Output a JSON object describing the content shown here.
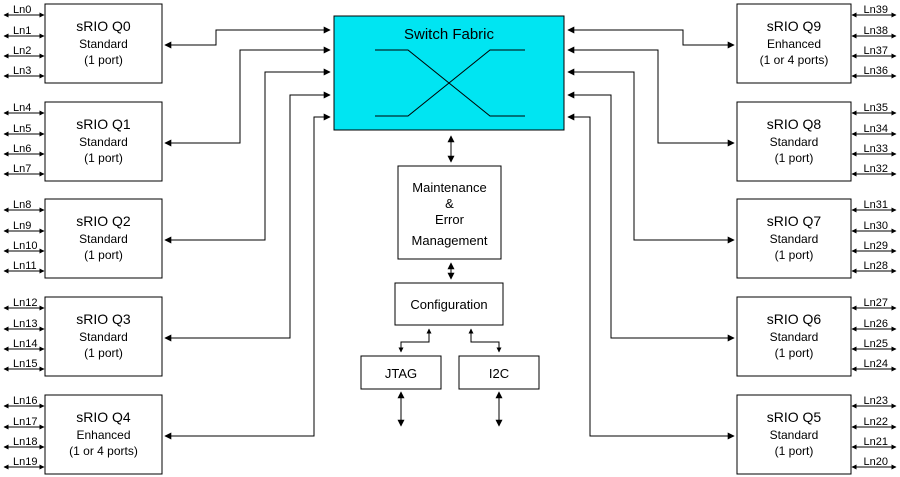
{
  "switch_fabric": {
    "label": "Switch Fabric"
  },
  "maintenance": {
    "lines": [
      "Maintenance",
      "&",
      "Error",
      "Management"
    ]
  },
  "configuration": {
    "label": "Configuration"
  },
  "jtag": {
    "label": "JTAG"
  },
  "i2c": {
    "label": "I2C"
  },
  "quads": [
    {
      "id": "q0",
      "title": "sRIO Q0",
      "type": "Standard",
      "ports": "(1 port)",
      "lanes": [
        "Ln0",
        "Ln1",
        "Ln2",
        "Ln3"
      ]
    },
    {
      "id": "q1",
      "title": "sRIO Q1",
      "type": "Standard",
      "ports": "(1 port)",
      "lanes": [
        "Ln4",
        "Ln5",
        "Ln6",
        "Ln7"
      ]
    },
    {
      "id": "q2",
      "title": "sRIO Q2",
      "type": "Standard",
      "ports": "(1 port)",
      "lanes": [
        "Ln8",
        "Ln9",
        "Ln10",
        "Ln11"
      ]
    },
    {
      "id": "q3",
      "title": "sRIO Q3",
      "type": "Standard",
      "ports": "(1 port)",
      "lanes": [
        "Ln12",
        "Ln13",
        "Ln14",
        "Ln15"
      ]
    },
    {
      "id": "q4",
      "title": "sRIO Q4",
      "type": "Enhanced",
      "ports": "(1 or 4 ports)",
      "lanes": [
        "Ln16",
        "Ln17",
        "Ln18",
        "Ln19"
      ]
    },
    {
      "id": "q9",
      "title": "sRIO Q9",
      "type": "Enhanced",
      "ports": "(1 or 4 ports)",
      "lanes": [
        "Ln39",
        "Ln38",
        "Ln37",
        "Ln36"
      ]
    },
    {
      "id": "q8",
      "title": "sRIO Q8",
      "type": "Standard",
      "ports": "(1 port)",
      "lanes": [
        "Ln35",
        "Ln34",
        "Ln33",
        "Ln32"
      ]
    },
    {
      "id": "q7",
      "title": "sRIO Q7",
      "type": "Standard",
      "ports": "(1 port)",
      "lanes": [
        "Ln31",
        "Ln30",
        "Ln29",
        "Ln28"
      ]
    },
    {
      "id": "q6",
      "title": "sRIO Q6",
      "type": "Standard",
      "ports": "(1 port)",
      "lanes": [
        "Ln27",
        "Ln26",
        "Ln25",
        "Ln24"
      ]
    },
    {
      "id": "q5",
      "title": "sRIO Q5",
      "type": "Standard",
      "ports": "(1 port)",
      "lanes": [
        "Ln23",
        "Ln22",
        "Ln21",
        "Ln20"
      ]
    }
  ],
  "colors": {
    "switch_fabric_fill": "#00e5f2",
    "line": "#000000"
  }
}
